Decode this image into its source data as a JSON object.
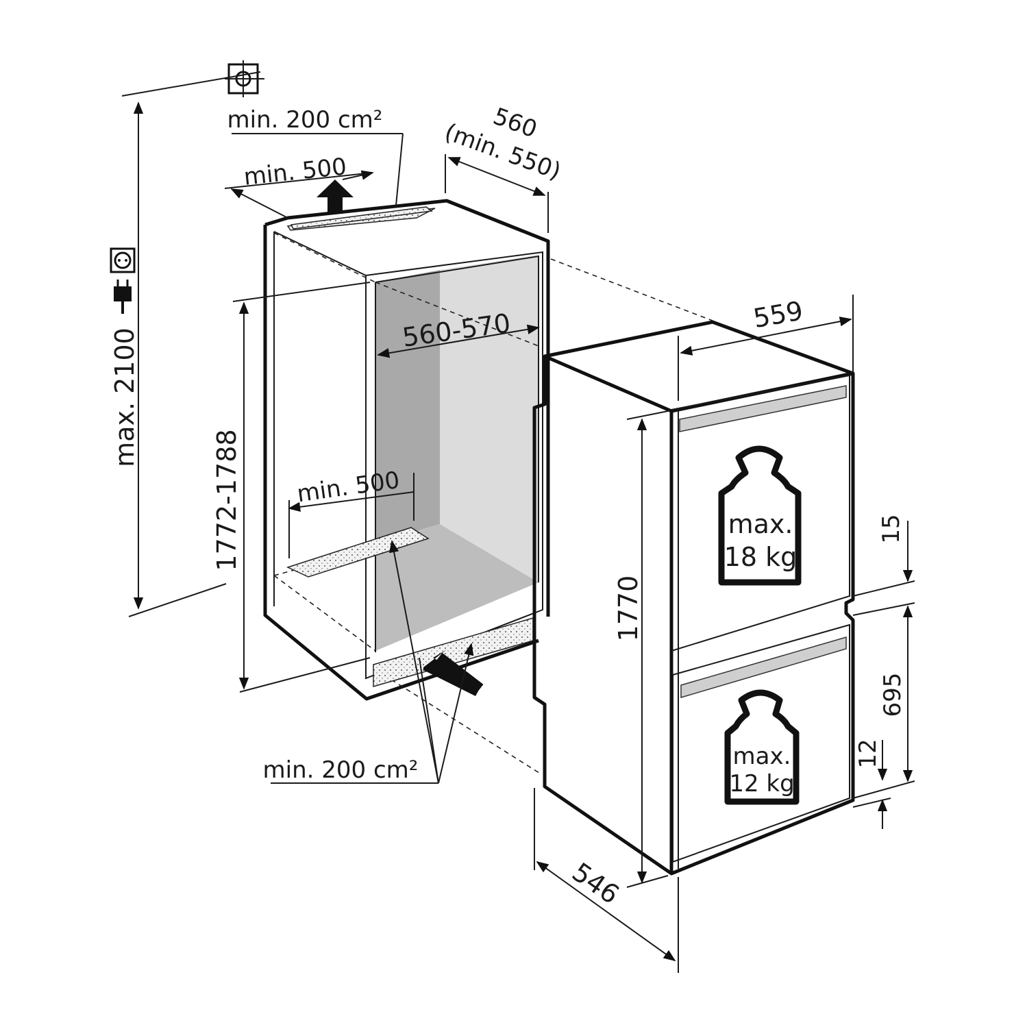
{
  "labels": {
    "top_vent_area": "min. 200 cm²",
    "top_vent_depth": "min. 500",
    "niche_depth_main": "560",
    "niche_depth_min": "(min. 550)",
    "max_height": "max. 2100",
    "niche_height": "1772-1788",
    "niche_width": "560-570",
    "bottom_vent_depth": "min. 500",
    "bottom_vent_area": "min. 200 cm²",
    "appliance_width": "559",
    "appliance_height": "1770",
    "appliance_depth": "546",
    "gap_top": "15",
    "door_height": "695",
    "gap_bottom": "12",
    "upper_load_max": "max.",
    "upper_load_value": "18 kg",
    "lower_load_max": "max.",
    "lower_load_value": "12 kg"
  },
  "icons": [
    "water-connection-icon",
    "power-socket-icon",
    "power-plug-icon",
    "weight-icon"
  ]
}
